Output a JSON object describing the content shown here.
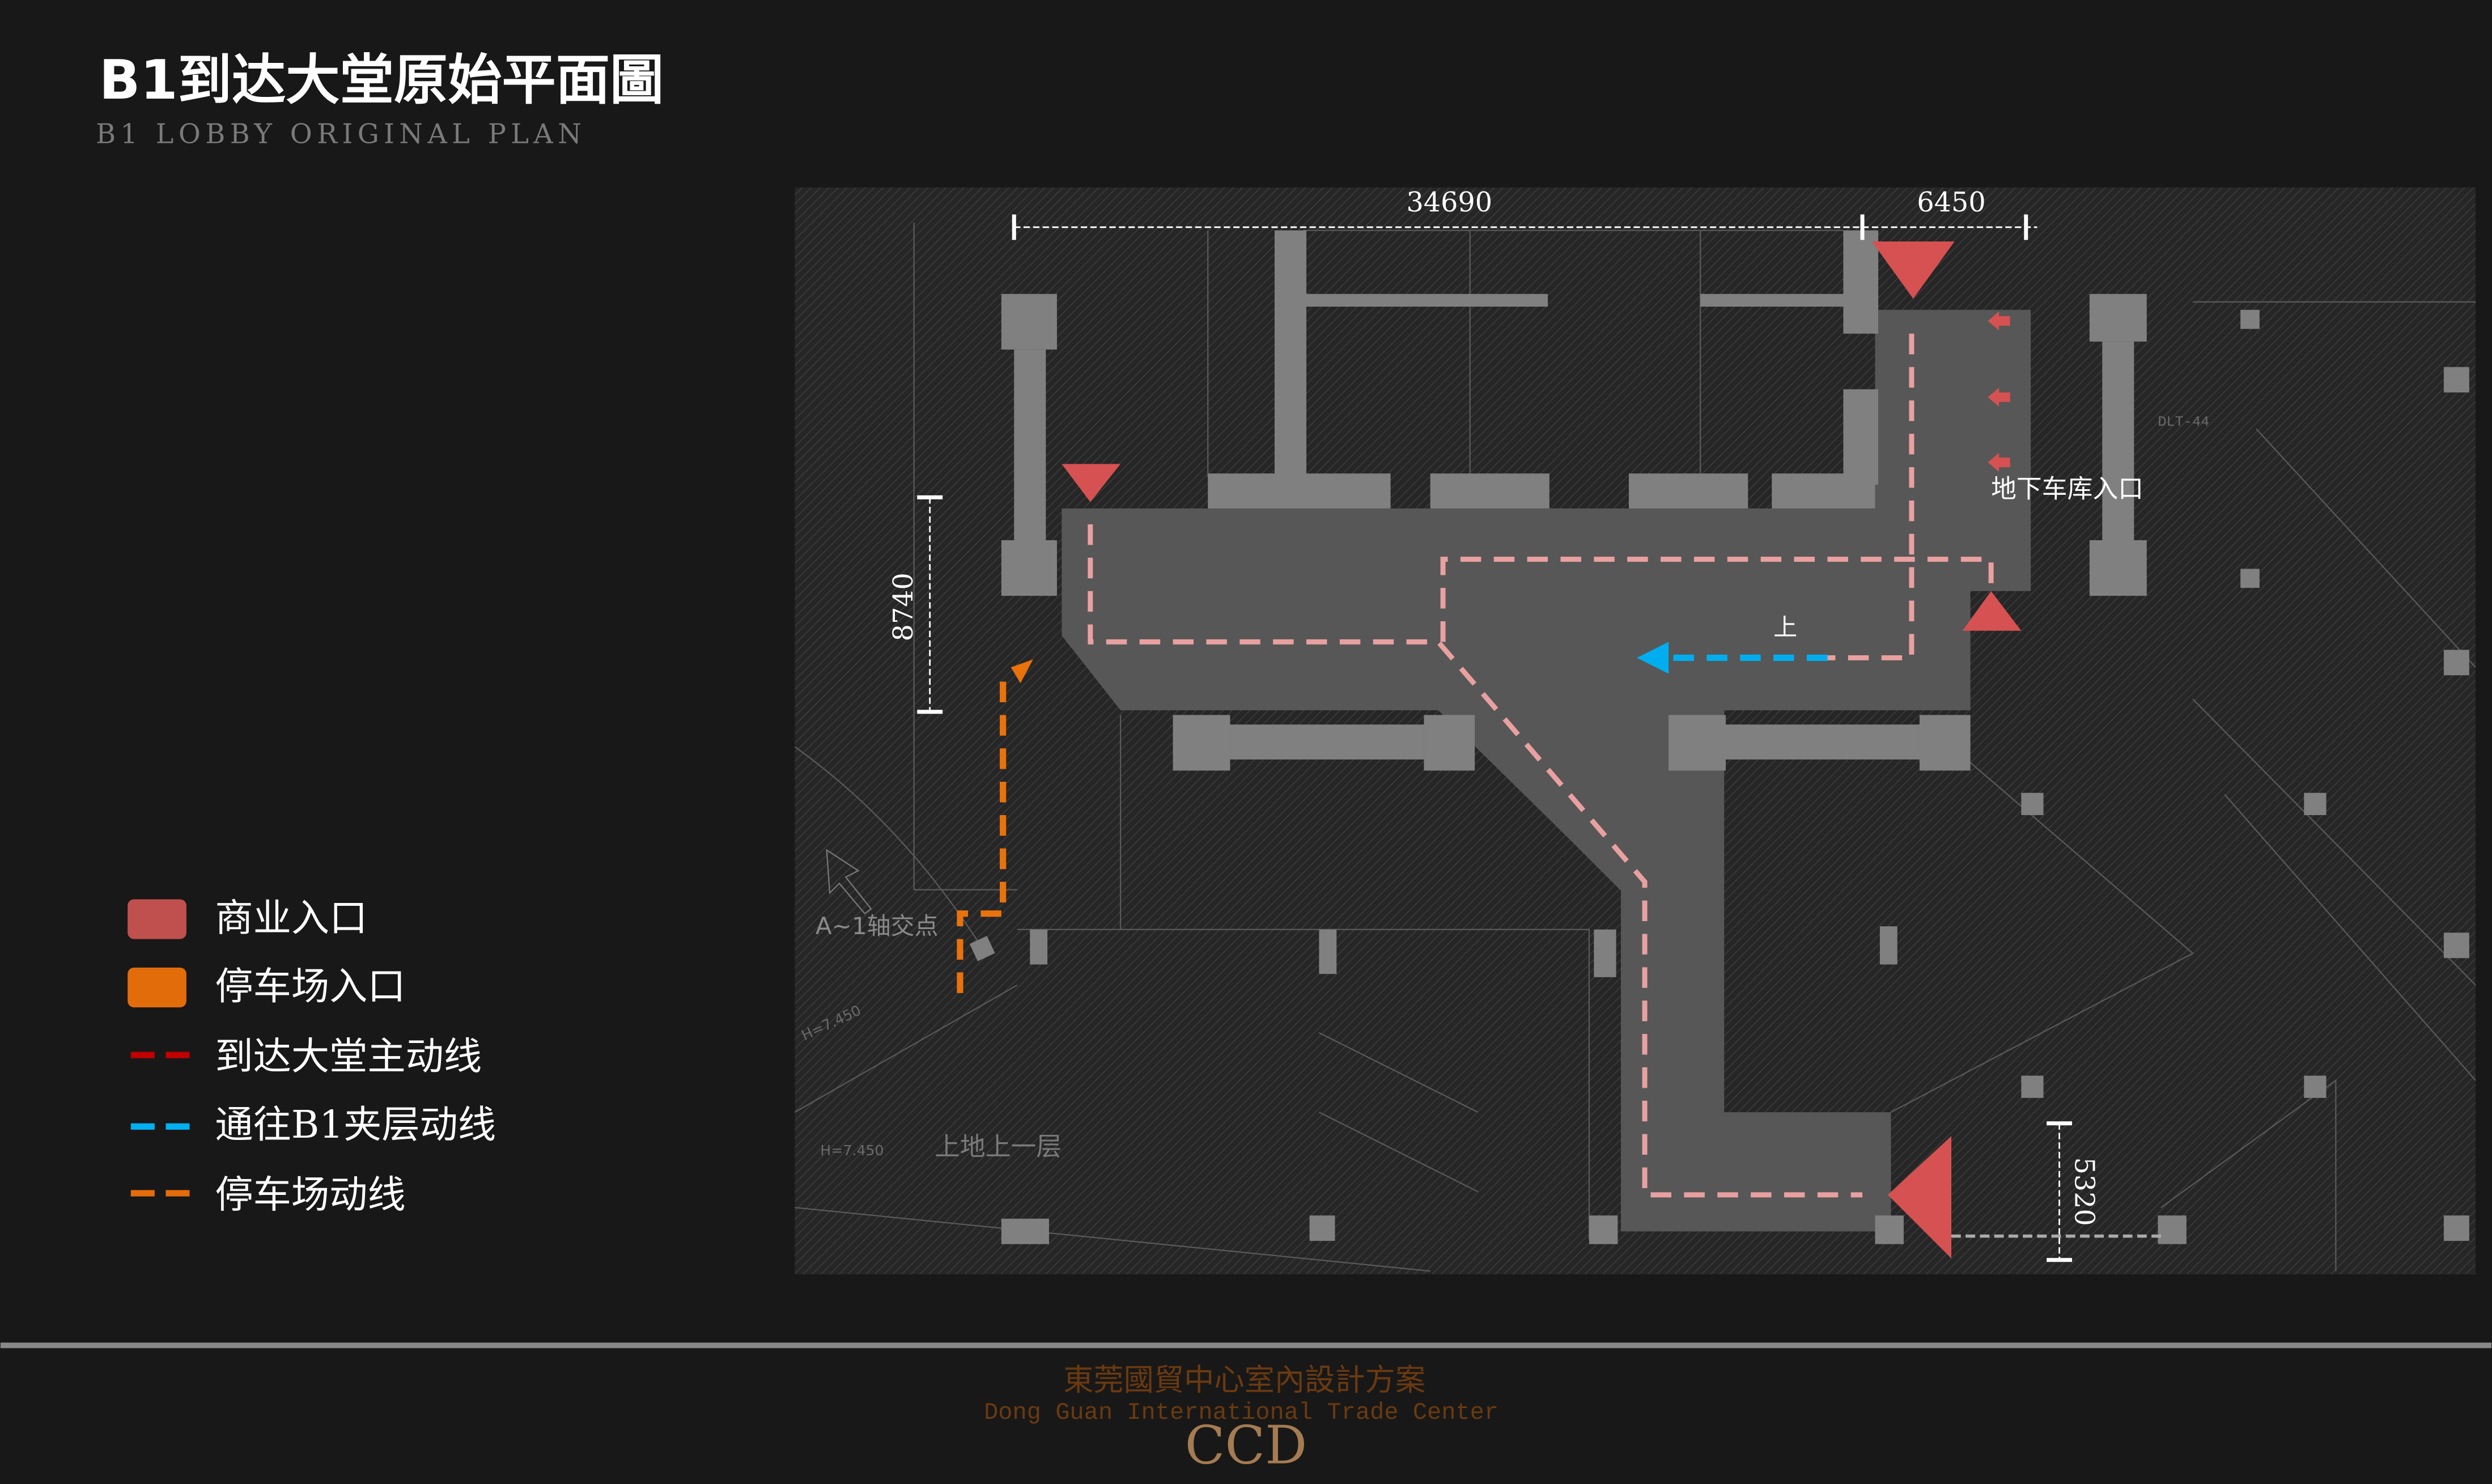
{
  "header": {
    "title": "B1到达大堂原始平面圖",
    "subtitle": "B1  LOBBY  ORIGINAL  PLAN"
  },
  "legend": {
    "items": [
      {
        "label": "商业入口",
        "kind": "swatch",
        "color": "#c0504d"
      },
      {
        "label": "停车场入口",
        "kind": "swatch",
        "color": "#e36c0a"
      },
      {
        "label": "到达大堂主动线",
        "kind": "dash",
        "color": "#c00000"
      },
      {
        "label": "通往B1夹层动线",
        "kind": "dash",
        "color": "#00b0f0"
      },
      {
        "label": "停车场动线",
        "kind": "dash",
        "color": "#e46c0a"
      }
    ]
  },
  "plan": {
    "dimensions": {
      "top_left": "34690",
      "top_right": "6450",
      "left": "8740",
      "right": "5320"
    },
    "labels": {
      "garage_entrance": "地下车库入口",
      "up": "上",
      "axis_point": "A~1轴交点",
      "up_ground": "上地上一层",
      "elevation_1": "H=7.450",
      "elevation_2": "H=7.450",
      "stair": "DLT-44"
    },
    "colors": {
      "lobby": "#575757",
      "wall": "#808080",
      "entrance": "#d65151",
      "main_route": "#e9a0a0",
      "mezzanine_route": "#00aeef",
      "parking_route": "#e8720c"
    }
  },
  "footer": {
    "project_cn": "東莞國貿中心室內設計方案",
    "project_en": "Dong Guan International Trade Center",
    "logo": "CCD"
  }
}
